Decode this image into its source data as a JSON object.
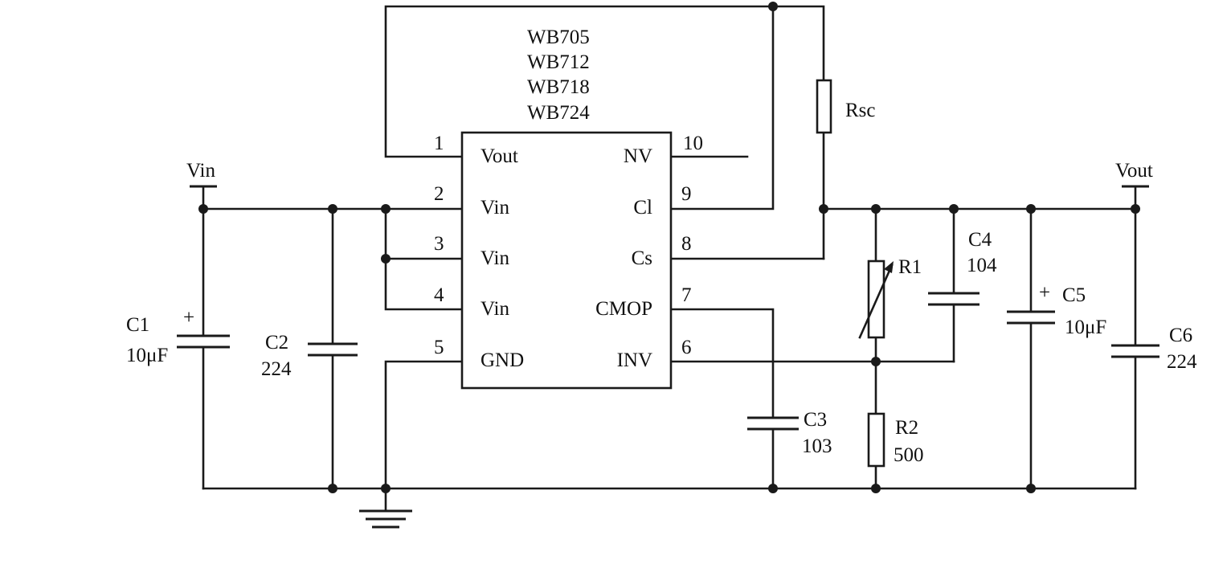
{
  "chip": {
    "models": [
      "WB705",
      "WB712",
      "WB718",
      "WB724"
    ],
    "left_pins": [
      {
        "num": "1",
        "name": "Vout"
      },
      {
        "num": "2",
        "name": "Vin"
      },
      {
        "num": "3",
        "name": "Vin"
      },
      {
        "num": "4",
        "name": "Vin"
      },
      {
        "num": "5",
        "name": "GND"
      }
    ],
    "right_pins": [
      {
        "num": "10",
        "name": "NV"
      },
      {
        "num": "9",
        "name": "Cl"
      },
      {
        "num": "8",
        "name": "Cs"
      },
      {
        "num": "7",
        "name": "CMOP"
      },
      {
        "num": "6",
        "name": "INV"
      }
    ]
  },
  "terminals": {
    "input": "Vin",
    "output": "Vout"
  },
  "components": {
    "rsc": {
      "name": "Rsc"
    },
    "c1": {
      "name": "C1",
      "value": "10μF",
      "polarity": "+"
    },
    "c2": {
      "name": "C2",
      "value": "224"
    },
    "c3": {
      "name": "C3",
      "value": "103"
    },
    "c4": {
      "name": "C4",
      "value": "104"
    },
    "c5": {
      "name": "C5",
      "value": "10μF",
      "polarity": "+"
    },
    "c6": {
      "name": "C6",
      "value": "224"
    },
    "r1": {
      "name": "R1"
    },
    "r2": {
      "name": "R2",
      "value": "500"
    }
  }
}
